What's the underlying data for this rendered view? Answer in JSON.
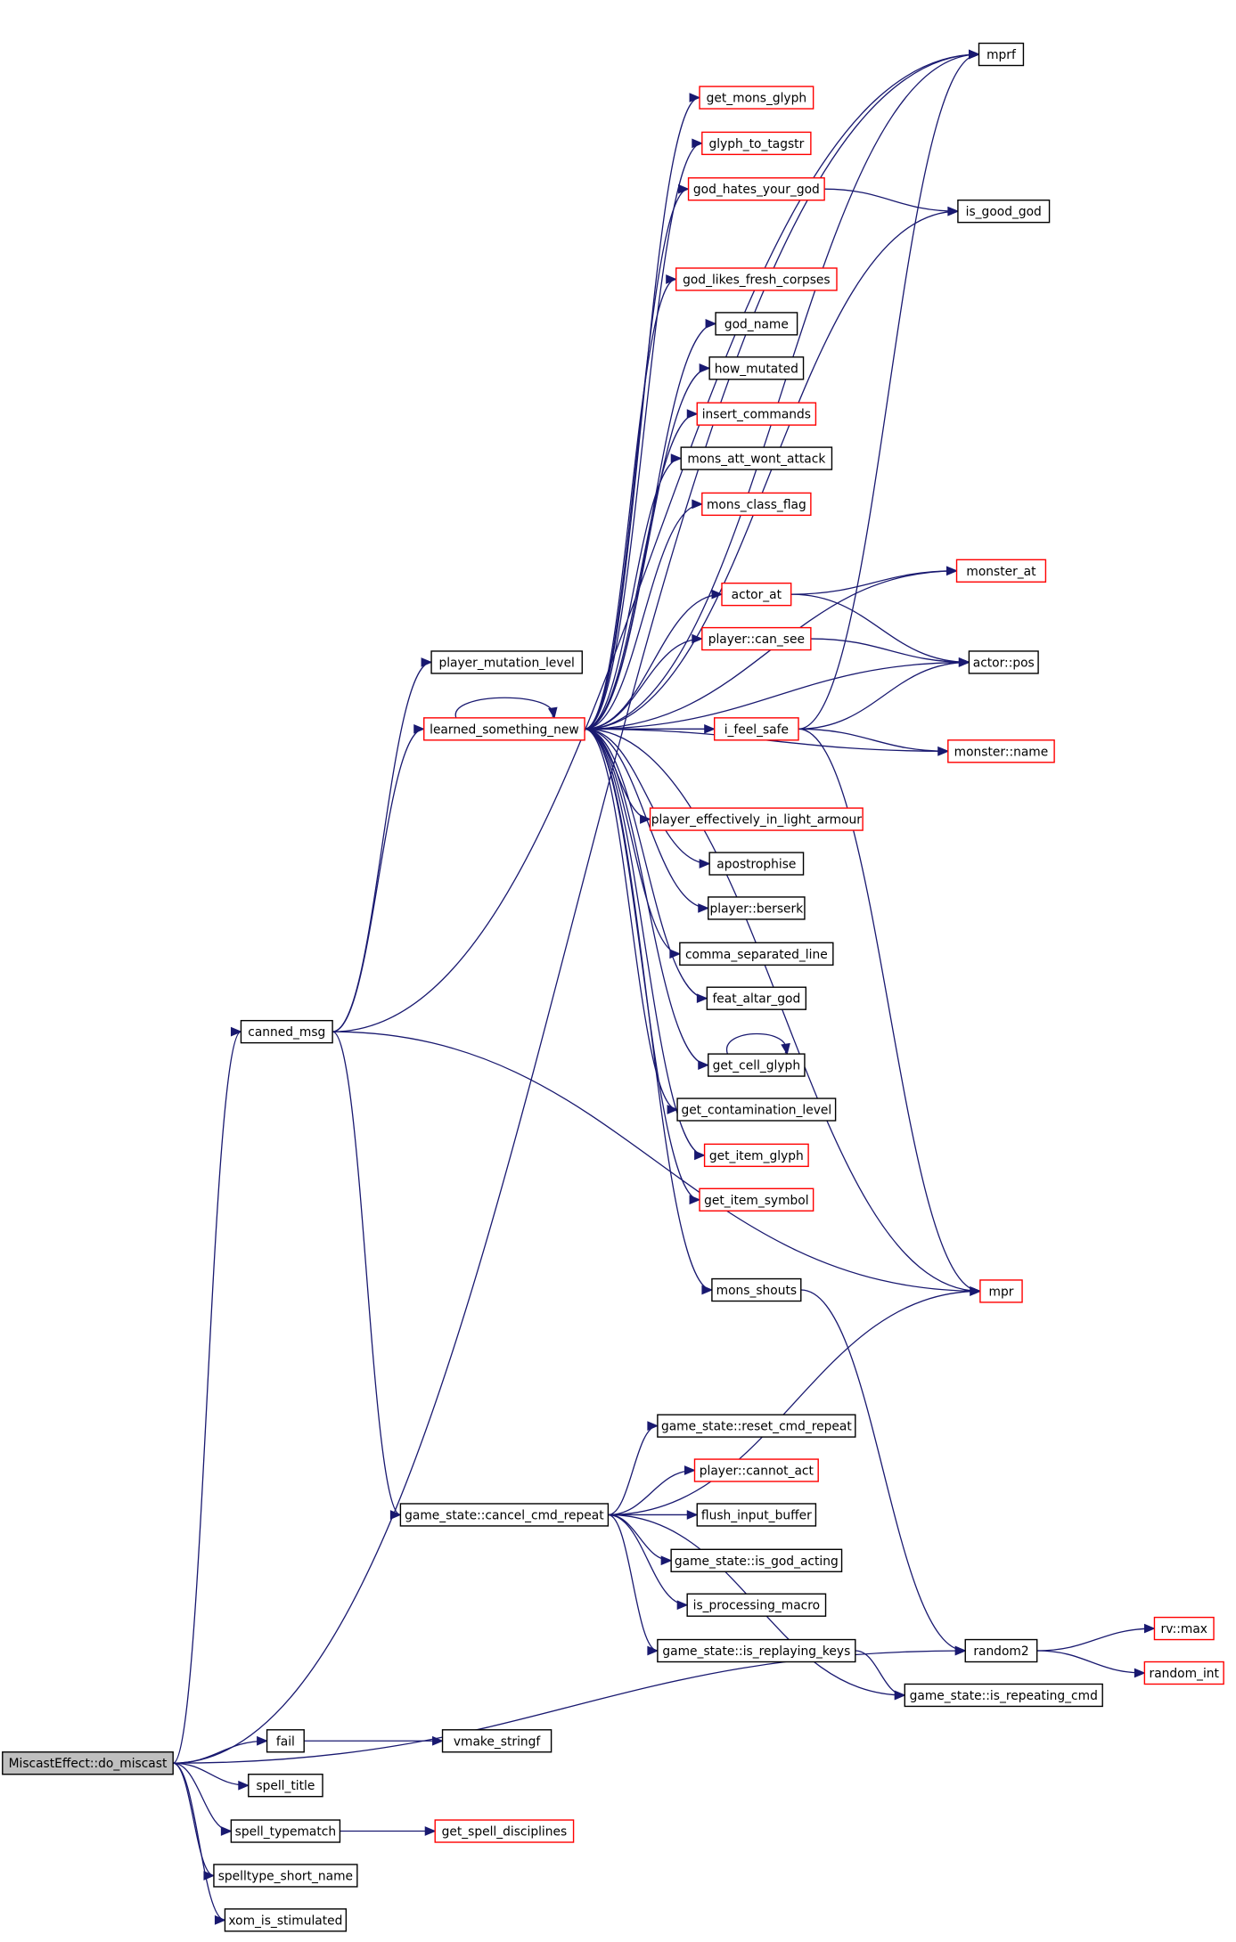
{
  "graph": {
    "kind": "call-graph",
    "colors": {
      "edge": "#191970",
      "node_border_documented": "#000000",
      "node_border_undocumented": "#ff0000",
      "root_fill": "#bfbfbf",
      "node_fill": "#ffffff"
    },
    "nodes": [
      {
        "id": "do_miscast",
        "label": "MiscastEffect::do_miscast",
        "style": "root"
      },
      {
        "id": "mprf",
        "label": "mprf",
        "style": "black"
      },
      {
        "id": "get_mons_glyph",
        "label": "get_mons_glyph",
        "style": "red"
      },
      {
        "id": "glyph_to_tagstr",
        "label": "glyph_to_tagstr",
        "style": "red"
      },
      {
        "id": "god_hates_your_god",
        "label": "god_hates_your_god",
        "style": "red"
      },
      {
        "id": "is_good_god",
        "label": "is_good_god",
        "style": "black"
      },
      {
        "id": "god_likes_fresh_corpses",
        "label": "god_likes_fresh_corpses",
        "style": "red"
      },
      {
        "id": "god_name",
        "label": "god_name",
        "style": "black"
      },
      {
        "id": "how_mutated",
        "label": "how_mutated",
        "style": "black"
      },
      {
        "id": "insert_commands",
        "label": "insert_commands",
        "style": "red"
      },
      {
        "id": "mons_att_wont_attack",
        "label": "mons_att_wont_attack",
        "style": "black"
      },
      {
        "id": "mons_class_flag",
        "label": "mons_class_flag",
        "style": "red"
      },
      {
        "id": "monster_at",
        "label": "monster_at",
        "style": "red"
      },
      {
        "id": "actor_at",
        "label": "actor_at",
        "style": "red"
      },
      {
        "id": "player_can_see",
        "label": "player::can_see",
        "style": "red"
      },
      {
        "id": "actor_pos",
        "label": "actor::pos",
        "style": "black"
      },
      {
        "id": "player_mutation_level",
        "label": "player_mutation_level",
        "style": "black"
      },
      {
        "id": "learned_something_new",
        "label": "learned_something_new",
        "style": "red"
      },
      {
        "id": "i_feel_safe",
        "label": "i_feel_safe",
        "style": "red"
      },
      {
        "id": "monster_name",
        "label": "monster::name",
        "style": "red"
      },
      {
        "id": "player_effectively_in_light_armour",
        "label": "player_effectively_in_light_armour",
        "style": "red"
      },
      {
        "id": "apostrophise",
        "label": "apostrophise",
        "style": "black"
      },
      {
        "id": "player_berserk",
        "label": "player::berserk",
        "style": "black"
      },
      {
        "id": "comma_separated_line",
        "label": "comma_separated_line",
        "style": "black"
      },
      {
        "id": "feat_altar_god",
        "label": "feat_altar_god",
        "style": "black"
      },
      {
        "id": "canned_msg",
        "label": "canned_msg",
        "style": "black"
      },
      {
        "id": "get_cell_glyph",
        "label": "get_cell_glyph",
        "style": "black"
      },
      {
        "id": "get_contamination_level",
        "label": "get_contamination_level",
        "style": "black"
      },
      {
        "id": "get_item_glyph",
        "label": "get_item_glyph",
        "style": "red"
      },
      {
        "id": "get_item_symbol",
        "label": "get_item_symbol",
        "style": "red"
      },
      {
        "id": "mons_shouts",
        "label": "mons_shouts",
        "style": "black"
      },
      {
        "id": "mpr",
        "label": "mpr",
        "style": "red"
      },
      {
        "id": "gs_reset_cmd_repeat",
        "label": "game_state::reset_cmd_repeat",
        "style": "black"
      },
      {
        "id": "player_cannot_act",
        "label": "player::cannot_act",
        "style": "red"
      },
      {
        "id": "gs_cancel_cmd_repeat",
        "label": "game_state::cancel_cmd_repeat",
        "style": "black"
      },
      {
        "id": "flush_input_buffer",
        "label": "flush_input_buffer",
        "style": "black"
      },
      {
        "id": "gs_is_god_acting",
        "label": "game_state::is_god_acting",
        "style": "black"
      },
      {
        "id": "is_processing_macro",
        "label": "is_processing_macro",
        "style": "black"
      },
      {
        "id": "gs_is_replaying_keys",
        "label": "game_state::is_replaying_keys",
        "style": "black"
      },
      {
        "id": "random2",
        "label": "random2",
        "style": "black"
      },
      {
        "id": "rv_max",
        "label": "rv::max",
        "style": "red"
      },
      {
        "id": "random_int",
        "label": "random_int",
        "style": "red"
      },
      {
        "id": "gs_is_repeating_cmd",
        "label": "game_state::is_repeating_cmd",
        "style": "black"
      },
      {
        "id": "fail",
        "label": "fail",
        "style": "black"
      },
      {
        "id": "vmake_stringf",
        "label": "vmake_stringf",
        "style": "black"
      },
      {
        "id": "spell_title",
        "label": "spell_title",
        "style": "black"
      },
      {
        "id": "spell_typematch",
        "label": "spell_typematch",
        "style": "black"
      },
      {
        "id": "get_spell_disciplines",
        "label": "get_spell_disciplines",
        "style": "red"
      },
      {
        "id": "spelltype_short_name",
        "label": "spelltype_short_name",
        "style": "black"
      },
      {
        "id": "xom_is_stimulated",
        "label": "xom_is_stimulated",
        "style": "black"
      }
    ],
    "edges": [
      [
        "do_miscast",
        "mprf"
      ],
      [
        "do_miscast",
        "canned_msg"
      ],
      [
        "do_miscast",
        "random2"
      ],
      [
        "do_miscast",
        "fail"
      ],
      [
        "do_miscast",
        "spell_title"
      ],
      [
        "do_miscast",
        "spell_typematch"
      ],
      [
        "do_miscast",
        "spelltype_short_name"
      ],
      [
        "do_miscast",
        "xom_is_stimulated"
      ],
      [
        "canned_msg",
        "mprf"
      ],
      [
        "canned_msg",
        "player_mutation_level"
      ],
      [
        "canned_msg",
        "learned_something_new"
      ],
      [
        "canned_msg",
        "mpr"
      ],
      [
        "canned_msg",
        "gs_cancel_cmd_repeat"
      ],
      [
        "learned_something_new",
        "learned_something_new"
      ],
      [
        "learned_something_new",
        "mprf"
      ],
      [
        "learned_something_new",
        "get_mons_glyph"
      ],
      [
        "learned_something_new",
        "glyph_to_tagstr"
      ],
      [
        "learned_something_new",
        "god_hates_your_god"
      ],
      [
        "learned_something_new",
        "is_good_god"
      ],
      [
        "learned_something_new",
        "god_likes_fresh_corpses"
      ],
      [
        "learned_something_new",
        "god_name"
      ],
      [
        "learned_something_new",
        "how_mutated"
      ],
      [
        "learned_something_new",
        "insert_commands"
      ],
      [
        "learned_something_new",
        "mons_att_wont_attack"
      ],
      [
        "learned_something_new",
        "mons_class_flag"
      ],
      [
        "learned_something_new",
        "monster_at"
      ],
      [
        "learned_something_new",
        "actor_at"
      ],
      [
        "learned_something_new",
        "player_can_see"
      ],
      [
        "learned_something_new",
        "actor_pos"
      ],
      [
        "learned_something_new",
        "i_feel_safe"
      ],
      [
        "learned_something_new",
        "monster_name"
      ],
      [
        "learned_something_new",
        "player_effectively_in_light_armour"
      ],
      [
        "learned_something_new",
        "apostrophise"
      ],
      [
        "learned_something_new",
        "player_berserk"
      ],
      [
        "learned_something_new",
        "comma_separated_line"
      ],
      [
        "learned_something_new",
        "feat_altar_god"
      ],
      [
        "learned_something_new",
        "get_cell_glyph"
      ],
      [
        "learned_something_new",
        "get_contamination_level"
      ],
      [
        "learned_something_new",
        "get_item_glyph"
      ],
      [
        "learned_something_new",
        "get_item_symbol"
      ],
      [
        "learned_something_new",
        "mpr"
      ],
      [
        "learned_something_new",
        "mons_shouts"
      ],
      [
        "god_hates_your_god",
        "is_good_god"
      ],
      [
        "actor_at",
        "monster_at"
      ],
      [
        "actor_at",
        "actor_pos"
      ],
      [
        "player_can_see",
        "actor_pos"
      ],
      [
        "i_feel_safe",
        "mprf"
      ],
      [
        "i_feel_safe",
        "actor_pos"
      ],
      [
        "i_feel_safe",
        "monster_name"
      ],
      [
        "i_feel_safe",
        "mpr"
      ],
      [
        "get_cell_glyph",
        "get_cell_glyph"
      ],
      [
        "mons_shouts",
        "random2"
      ],
      [
        "gs_cancel_cmd_repeat",
        "mpr"
      ],
      [
        "gs_cancel_cmd_repeat",
        "gs_reset_cmd_repeat"
      ],
      [
        "gs_cancel_cmd_repeat",
        "player_cannot_act"
      ],
      [
        "gs_cancel_cmd_repeat",
        "flush_input_buffer"
      ],
      [
        "gs_cancel_cmd_repeat",
        "gs_is_god_acting"
      ],
      [
        "gs_cancel_cmd_repeat",
        "is_processing_macro"
      ],
      [
        "gs_cancel_cmd_repeat",
        "gs_is_replaying_keys"
      ],
      [
        "gs_cancel_cmd_repeat",
        "gs_is_repeating_cmd"
      ],
      [
        "gs_is_replaying_keys",
        "gs_is_repeating_cmd"
      ],
      [
        "random2",
        "rv_max"
      ],
      [
        "random2",
        "random_int"
      ],
      [
        "fail",
        "vmake_stringf"
      ],
      [
        "spell_typematch",
        "get_spell_disciplines"
      ]
    ]
  }
}
